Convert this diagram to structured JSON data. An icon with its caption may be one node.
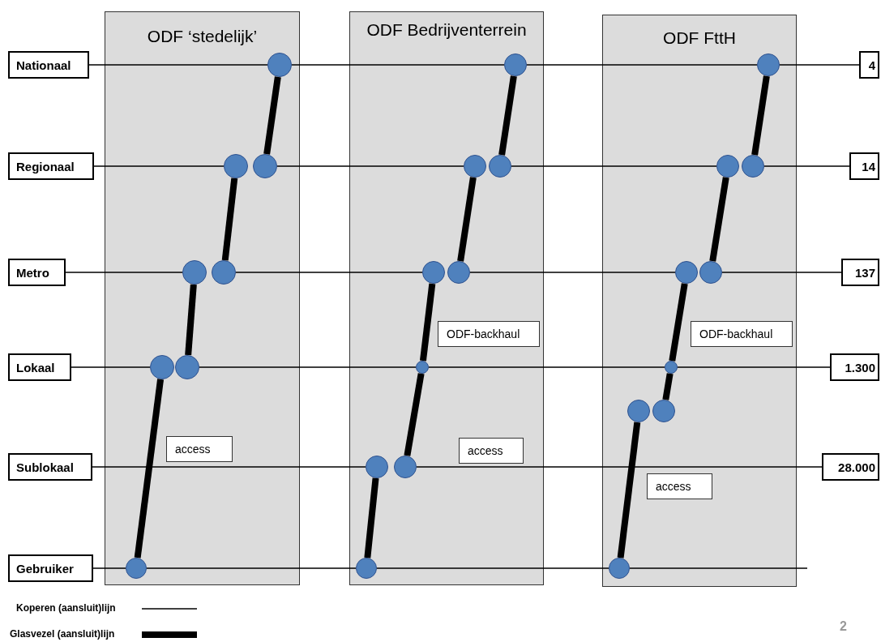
{
  "diagram": {
    "nodes": [
      {
        "text": [
          "Nationaal"
        ]
      },
      {
        "text": [
          "Regionaal"
        ]
      },
      {
        "text": [
          "Metro"
        ]
      },
      {
        "text": [
          "Lokaal"
        ]
      },
      {
        "text": [
          "Sublokaal"
        ]
      },
      {
        "text": [
          "Gebruiker"
        ]
      },
      {
        "text": [
          "4"
        ]
      },
      {
        "text": [
          "14"
        ]
      },
      {
        "text": [
          "137"
        ]
      },
      {
        "text": [
          "1.300"
        ]
      },
      {
        "text": [
          "28.000"
        ]
      },
      {
        "text": [
          "ODF ‘stedelijk’"
        ]
      },
      {
        "text": [
          "ODF Bedrijventerrein"
        ]
      },
      {
        "text": [
          "ODF FttH"
        ]
      },
      {
        "text": [
          "access"
        ],
        "in": 11
      },
      {
        "text": [],
        "shape": "circle",
        "in": 11
      },
      {
        "text": [],
        "shape": "circle",
        "in": 11
      },
      {
        "text": [],
        "shape": "circle",
        "in": 11
      },
      {
        "text": [],
        "shape": "circle",
        "in": 11
      },
      {
        "text": [],
        "shape": "circle",
        "in": 11
      },
      {
        "text": [],
        "shape": "circle",
        "in": 11
      },
      {
        "text": [],
        "shape": "circle",
        "in": 11
      },
      {
        "text": [],
        "shape": "circle",
        "in": 11
      },
      {
        "text": [
          "ODF-backhaul"
        ],
        "in": 12
      },
      {
        "text": [
          "access"
        ],
        "in": 12
      },
      {
        "text": [],
        "shape": "circle",
        "in": 12
      },
      {
        "text": [],
        "shape": "circle",
        "in": 12
      },
      {
        "text": [],
        "shape": "circle",
        "in": 12
      },
      {
        "text": [],
        "shape": "circle",
        "in": 12
      },
      {
        "text": [],
        "shape": "circle",
        "in": 12
      },
      {
        "text": [],
        "shape": "circle",
        "in": 12
      },
      {
        "text": [],
        "shape": "circle",
        "in": 12
      },
      {
        "text": [],
        "shape": "circle",
        "in": 12
      },
      {
        "text": [],
        "shape": "circle",
        "in": 12
      },
      {
        "text": [
          "ODF-backhaul"
        ],
        "in": 13
      },
      {
        "text": [
          "access"
        ],
        "in": 13
      },
      {
        "text": [],
        "shape": "circle",
        "in": 13
      },
      {
        "text": [],
        "shape": "circle",
        "in": 13
      },
      {
        "text": [],
        "shape": "circle",
        "in": 13
      },
      {
        "text": [],
        "shape": "circle",
        "in": 13
      },
      {
        "text": [],
        "shape": "circle",
        "in": 13
      },
      {
        "text": [],
        "shape": "circle",
        "in": 13
      },
      {
        "text": [],
        "shape": "circle",
        "in": 13
      },
      {
        "text": [],
        "shape": "circle",
        "in": 13
      },
      {
        "text": [],
        "shape": "circle",
        "in": 13
      }
    ],
    "edges": [
      {
        "from": 0,
        "to": 15,
        "arrow": "none"
      },
      {
        "from": 15,
        "to": 25,
        "arrow": "none"
      },
      {
        "from": 25,
        "to": 36,
        "arrow": "none"
      },
      {
        "from": 36,
        "to": 6,
        "arrow": "none"
      },
      {
        "from": 1,
        "to": 16,
        "arrow": "none"
      },
      {
        "from": 17,
        "to": 26,
        "arrow": "none"
      },
      {
        "from": 27,
        "to": 37,
        "arrow": "none"
      },
      {
        "from": 38,
        "to": 7,
        "arrow": "none"
      },
      {
        "from": 2,
        "to": 18,
        "arrow": "none"
      },
      {
        "from": 19,
        "to": 28,
        "arrow": "none"
      },
      {
        "from": 29,
        "to": 39,
        "arrow": "none"
      },
      {
        "from": 40,
        "to": 8,
        "arrow": "none"
      },
      {
        "from": 3,
        "to": 20,
        "arrow": "none"
      },
      {
        "from": 21,
        "to": 30,
        "arrow": "none"
      },
      {
        "from": 30,
        "to": 41,
        "arrow": "none"
      },
      {
        "from": 41,
        "to": 9,
        "arrow": "none"
      },
      {
        "from": 4,
        "to": 31,
        "arrow": "none"
      },
      {
        "from": 32,
        "to": 10,
        "arrow": "none"
      },
      {
        "from": 5,
        "to": 22,
        "arrow": "none"
      },
      {
        "from": 22,
        "to": 33,
        "arrow": "none"
      },
      {
        "from": 33,
        "to": 44,
        "arrow": "none"
      },
      {
        "from": 44,
        "to": null,
        "arrow": "none"
      },
      {
        "from": 22,
        "to": 20,
        "arrow": "none",
        "style": "thick"
      },
      {
        "from": 21,
        "to": 18,
        "arrow": "none",
        "style": "thick"
      },
      {
        "from": 19,
        "to": 16,
        "arrow": "none",
        "style": "thick"
      },
      {
        "from": 17,
        "to": 15,
        "arrow": "none",
        "style": "thick"
      },
      {
        "from": 33,
        "to": 31,
        "arrow": "none",
        "style": "thick"
      },
      {
        "from": 32,
        "to": 30,
        "arrow": "none",
        "style": "thick"
      },
      {
        "from": 30,
        "to": 28,
        "arrow": "none",
        "style": "thick"
      },
      {
        "from": 29,
        "to": 26,
        "arrow": "none",
        "style": "thick"
      },
      {
        "from": 27,
        "to": 25,
        "arrow": "none",
        "style": "thick"
      },
      {
        "from": 44,
        "to": 42,
        "arrow": "none",
        "style": "thick"
      },
      {
        "from": 43,
        "to": 41,
        "arrow": "none",
        "style": "thick"
      },
      {
        "from": 41,
        "to": 39,
        "arrow": "none",
        "style": "thick"
      },
      {
        "from": 40,
        "to": 37,
        "arrow": "none",
        "style": "thick"
      },
      {
        "from": 38,
        "to": 36,
        "arrow": "none",
        "style": "thick"
      }
    ],
    "labels": [
      "2"
    ],
    "legend": [
      {
        "text": "Koperen (aansluit)lijn"
      },
      {
        "text": "Glasvezel (aansluit)lijn"
      }
    ]
  }
}
